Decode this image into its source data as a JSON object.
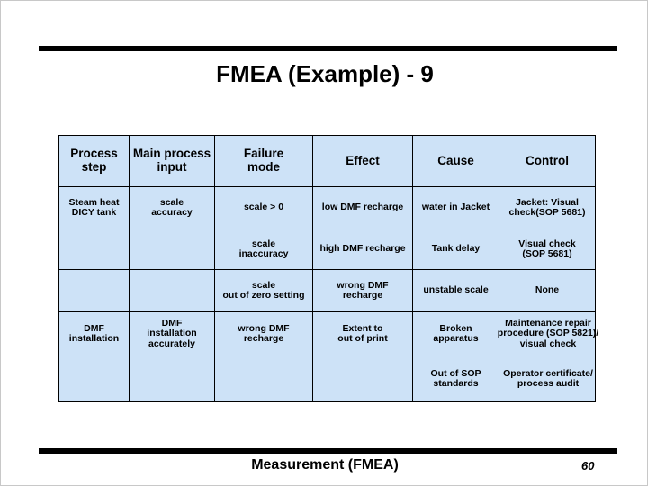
{
  "slide": {
    "title": "FMEA (Example) - 9",
    "footer_label": "Measurement (FMEA)",
    "page_number": "60",
    "colors": {
      "cell_fill": "#cde2f7",
      "border": "#000000",
      "rule": "#000000",
      "text": "#000000",
      "background": "#ffffff"
    }
  },
  "table": {
    "headers": [
      "Process\nstep",
      "Main process\ninput",
      "Failure\nmode",
      "Effect",
      "Cause",
      "Control"
    ],
    "rows": [
      [
        "Steam heat\nDICY tank",
        "scale\naccuracy",
        "scale > 0",
        "low DMF recharge",
        "water in Jacket",
        "Jacket: Visual\ncheck(SOP 5681)"
      ],
      [
        "",
        "",
        "scale\ninaccuracy",
        "high DMF recharge",
        "Tank delay",
        "Visual check\n(SOP 5681)"
      ],
      [
        "",
        "",
        "scale\nout of zero setting",
        "wrong  DMF\nrecharge",
        "unstable scale",
        "None"
      ],
      [
        "DMF\ninstallation",
        "DMF\ninstallation\naccurately",
        "wrong DMF\nrecharge",
        "Extent to\nout of print",
        "Broken\napparatus",
        "Maintenance repair\nprocedure (SOP 5821)/\nvisual check"
      ],
      [
        "",
        "",
        "",
        "",
        "Out of SOP\nstandards",
        "Operator certificate/\nprocess audit"
      ]
    ]
  }
}
